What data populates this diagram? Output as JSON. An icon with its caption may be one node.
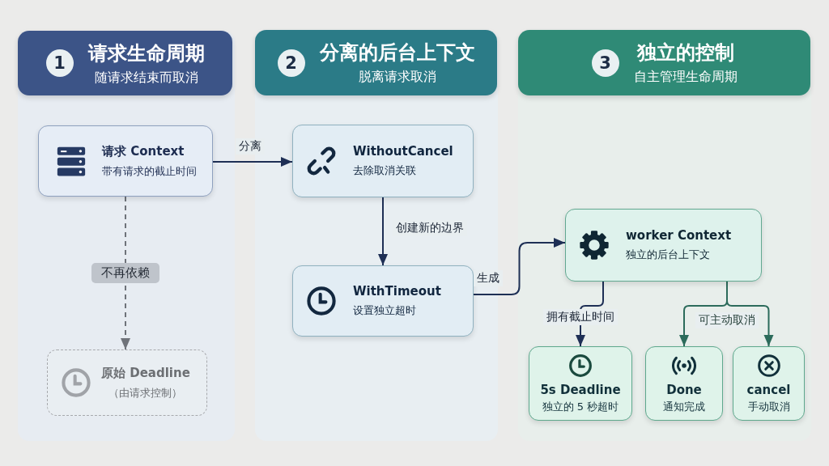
{
  "diagram": {
    "nodes": [
      {
        "text": [
          "1",
          "请求生命周期",
          "随请求结束而取消"
        ]
      },
      {
        "text": [
          "2",
          "分离的后台上下文",
          "脱离请求取消"
        ]
      },
      {
        "text": [
          "3",
          "独立的控制",
          "自主管理生命周期"
        ]
      },
      {
        "text": [
          "请求 Context",
          "带有请求的截止时间"
        ]
      },
      {
        "text": [
          "原始 Deadline",
          "（由请求控制）"
        ]
      },
      {
        "text": [
          "WithoutCancel",
          "去除取消关联"
        ]
      },
      {
        "text": [
          "WithTimeout",
          "设置独立超时"
        ]
      },
      {
        "text": [
          "worker Context",
          "独立的后台上下文"
        ]
      },
      {
        "text": [
          "5s Deadline",
          "独立的 5 秒超时"
        ]
      },
      {
        "text": [
          "Done",
          "通知完成"
        ]
      },
      {
        "text": [
          "cancel",
          "手动取消"
        ]
      }
    ],
    "edges": [
      {
        "from": 3,
        "to": 4,
        "arrow": "to",
        "label": "不再依赖",
        "style": "dashed",
        "color": "#6f737a"
      },
      {
        "from": 3,
        "to": 5,
        "arrow": "to",
        "label": "分离"
      },
      {
        "from": 5,
        "to": 6,
        "arrow": "to",
        "label": "创建新的边界"
      },
      {
        "from": 6,
        "to": 7,
        "arrow": "to",
        "label": "生成"
      },
      {
        "from": 7,
        "to": 8,
        "arrow": "to",
        "label": "拥有截止时间"
      },
      {
        "from": 7,
        "to": 9,
        "arrow": "to",
        "label": "可主动取消",
        "color": "#2c6b5b"
      },
      {
        "from": 7,
        "to": 10,
        "arrow": "to",
        "color": "#2c6b5b"
      }
    ]
  }
}
